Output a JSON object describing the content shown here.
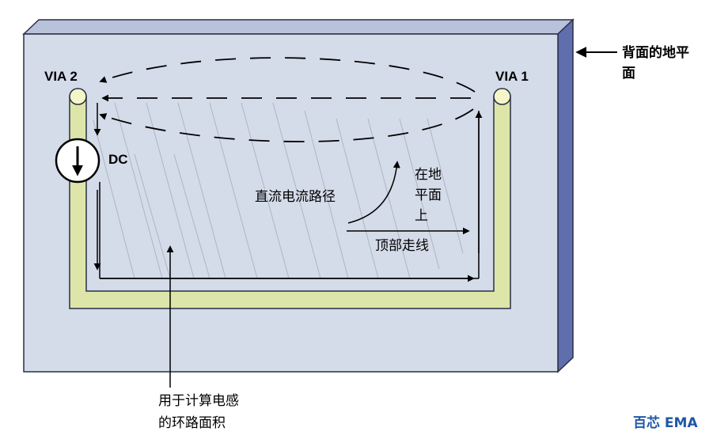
{
  "labels": {
    "via2": "VIA 2",
    "via1": "VIA 1",
    "dc": "DC",
    "ground_plane_line1": "背面的地平",
    "ground_plane_line2": "面",
    "dc_path": "直流电流路径",
    "on_plane_line1": "在地",
    "on_plane_line2": "平面",
    "on_plane_line3": "上",
    "top_trace": "顶部走线",
    "loop_area_line1": "用于计算电感",
    "loop_area_line2": "的环路面积",
    "brand": "百芯 EMA"
  },
  "colors": {
    "plane_face": "#d4dbe9",
    "plane_top": "#b8c2da",
    "plane_side": "#5f6fae",
    "trace": "#dde6a8",
    "brand": "#1f57a6",
    "hatch": "#a7afbd"
  }
}
